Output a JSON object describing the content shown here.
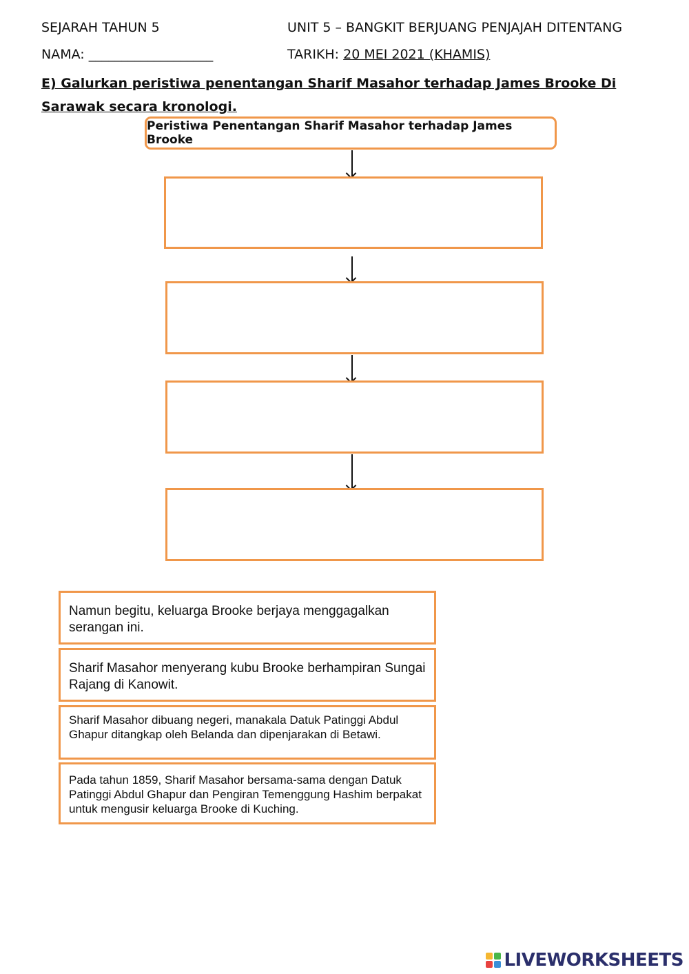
{
  "header": {
    "subject": "SEJARAH TAHUN 5",
    "unit": "UNIT 5 – BANGKIT BERJUANG PENJAJAH DITENTANG",
    "name_label": "NAMA: ___________________",
    "date_label": "TARIKH: ",
    "date_value": "20 MEI 2021  (KHAMIS)"
  },
  "instruction": "E) Galurkan peristiwa penentangan Sharif Masahor terhadap James Brooke Di Sarawak secara kronologi.",
  "flowchart": {
    "title": "Peristiwa Penentangan Sharif Masahor terhadap James Brooke",
    "answer_boxes": [
      "",
      "",
      "",
      ""
    ]
  },
  "options": [
    "Namun begitu, keluarga Brooke berjaya menggagalkan serangan ini.",
    "Sharif Masahor menyerang kubu Brooke berhampiran Sungai Rajang di Kanowit.",
    "Sharif Masahor dibuang negeri, manakala Datuk Patinggi Abdul Ghapur ditangkap oleh Belanda dan dipenjarakan di Betawi.",
    "Pada tahun 1859, Sharif Masahor bersama-sama dengan Datuk Patinggi Abdul Ghapur dan Pengiran Temenggung Hashim berpakat untuk mengusir keluarga Brooke di Kuching."
  ],
  "branding": {
    "text": "LIVEWORKSHEETS",
    "logo_colors": [
      "#f5b731",
      "#49b649",
      "#e8423f",
      "#3a8fd8"
    ]
  }
}
